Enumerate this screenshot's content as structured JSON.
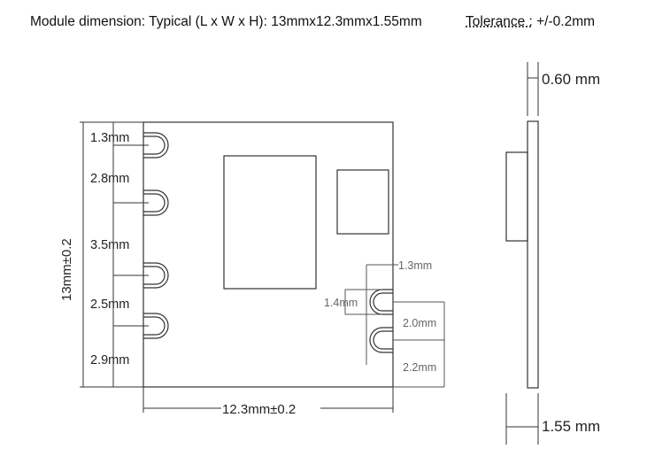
{
  "header": {
    "module_dimension": "Module dimension: Typical (L x W x H): 13mmx12.3mmx1.55mm",
    "tolerance_label": "Tolerance :",
    "tolerance_value": " +/-0.2mm"
  },
  "front_view": {
    "height_label": "13mm±0.2",
    "width_label": "12.3mm±0.2",
    "pin_spacings": [
      "1.3mm",
      "2.8mm",
      "3.5mm",
      "2.5mm",
      "2.9mm"
    ],
    "right_pads": {
      "offset_label": "1.3mm",
      "pad_height_label": "1.4mm",
      "pad_gap_label": "2.0mm",
      "bottom_label": "2.2mm"
    }
  },
  "side_view": {
    "pcb_thickness_label": "0.60 mm",
    "total_height_label": "1.55 mm"
  }
}
